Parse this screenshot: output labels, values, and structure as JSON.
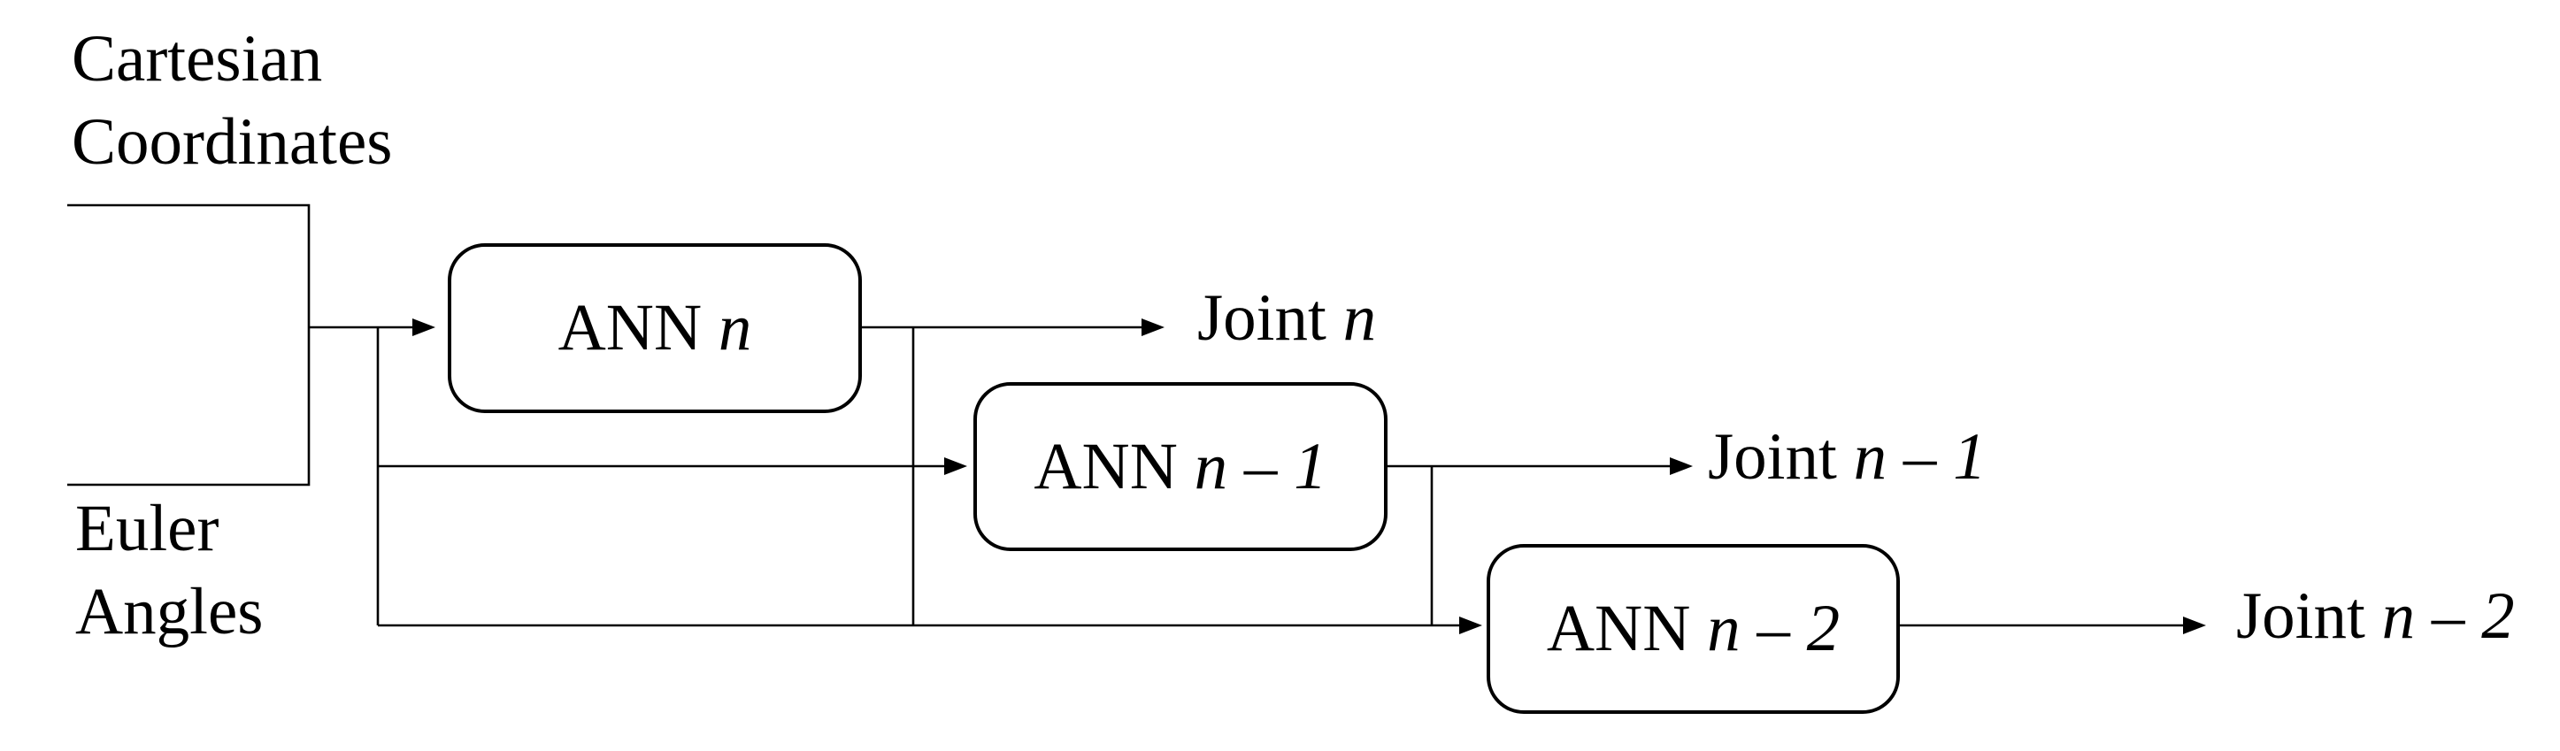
{
  "figure": {
    "ink_color": "#000000",
    "background_color": "#ffffff"
  },
  "input": {
    "top_label": "Cartesian\nCoordinates",
    "bottom_label": "Euler\nAngles"
  },
  "ann_boxes": [
    {
      "prefix": "ANN",
      "var": "n"
    },
    {
      "prefix": "ANN",
      "var": "n – 1"
    },
    {
      "prefix": "ANN",
      "var": "n – 2"
    }
  ],
  "joint_labels": [
    {
      "prefix": "Joint",
      "var": "n"
    },
    {
      "prefix": "Joint",
      "var": "n – 1"
    },
    {
      "prefix": "Joint",
      "var": "n – 2"
    }
  ]
}
